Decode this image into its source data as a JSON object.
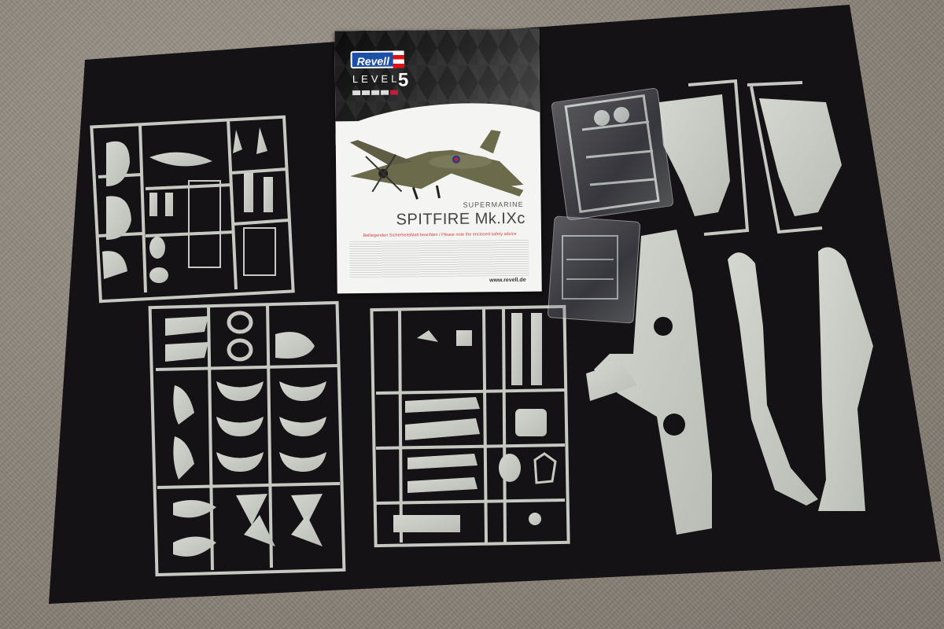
{
  "scene": {
    "description_items": [
      "black-mat",
      "instruction-booklet",
      "sprue-frames",
      "fuselage-halves",
      "wing-parts",
      "clear-parts-bag"
    ]
  },
  "booklet": {
    "brand": "Revell",
    "level_label": "LEVEL",
    "level_number": "5",
    "supermarine": "SUPERMARINE",
    "title": "SPITFIRE Mk.IXc",
    "safety_advice": "Beiliegenden Sicherheitsblatt beachten / Please note the enclosed safety advice",
    "website": "www.revell.de"
  },
  "colors": {
    "mat": "#141214",
    "plastic": "#c9cdc5",
    "carpet": "#8a8278"
  }
}
